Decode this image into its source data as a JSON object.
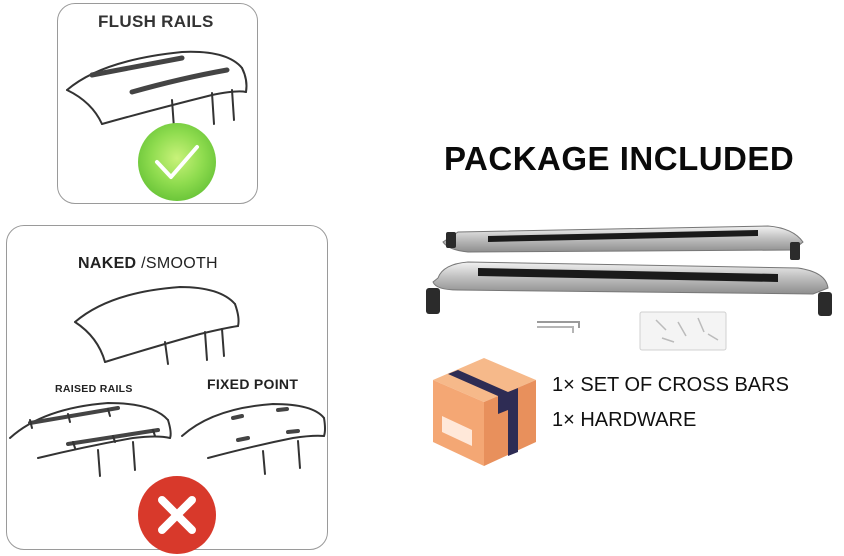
{
  "left_column": {
    "compatible": {
      "label": "FLUSH RAILS",
      "status": "check",
      "status_color": "#7ed957"
    },
    "incompatible": {
      "naked_label_bold": "NAKED",
      "naked_label_rest": "/SMOOTH",
      "raised_label": "RAISED RAILS",
      "fixed_label": "FIXED POINT",
      "status": "cross",
      "status_color": "#d8392b"
    }
  },
  "package": {
    "title": "PACKAGE INCLUDED",
    "items": [
      "1× SET OF CROSS BARS",
      "1× HARDWARE"
    ]
  }
}
